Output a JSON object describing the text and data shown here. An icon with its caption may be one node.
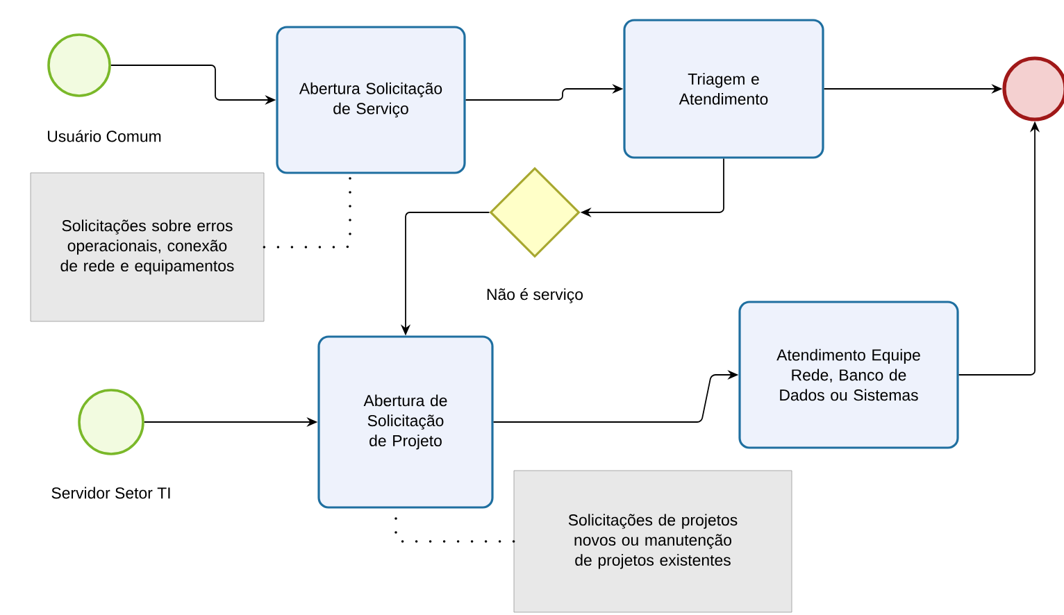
{
  "diagram": {
    "nodes": [
      {
        "text": [
          "Usuário Comum"
        ]
      },
      {
        "text": [
          "Abertura Solicitação de Serviço"
        ]
      },
      {
        "text": [
          "Triagem e Atendimento"
        ]
      },
      {
        "text": [],
        "shape": "circle"
      },
      {
        "text": [
          "Solicitações sobre erros operacionais, conexão de rede e equipamentos"
        ]
      },
      {
        "text": [
          "Não é serviço"
        ]
      },
      {
        "text": [
          "Servidor Setor TI"
        ]
      },
      {
        "text": [
          "Abertura de Solicitação de Projeto"
        ]
      },
      {
        "text": [
          "Atendimento Equipe Rede, Banco de Dados ou Sistemas"
        ]
      },
      {
        "text": [
          "Solicitações de projetos novos ou manutenção de projetos existentes"
        ]
      }
    ],
    "edges": [
      {
        "from": 0,
        "to": 1,
        "arrow": "to"
      },
      {
        "from": 1,
        "to": 2,
        "arrow": "to"
      },
      {
        "from": 2,
        "to": 3,
        "arrow": "to"
      },
      {
        "from": 2,
        "to": 5,
        "arrow": "to"
      },
      {
        "from": 5,
        "to": 7,
        "arrow": "to"
      },
      {
        "from": 6,
        "to": 7,
        "arrow": "to"
      },
      {
        "from": 7,
        "to": 8,
        "arrow": "to"
      },
      {
        "from": 8,
        "to": 3,
        "arrow": "to"
      },
      {
        "from": 4,
        "to": 1,
        "arrow": "none",
        "style": "dashed"
      },
      {
        "from": 9,
        "to": 7,
        "arrow": "none",
        "style": "dashed"
      }
    ]
  }
}
